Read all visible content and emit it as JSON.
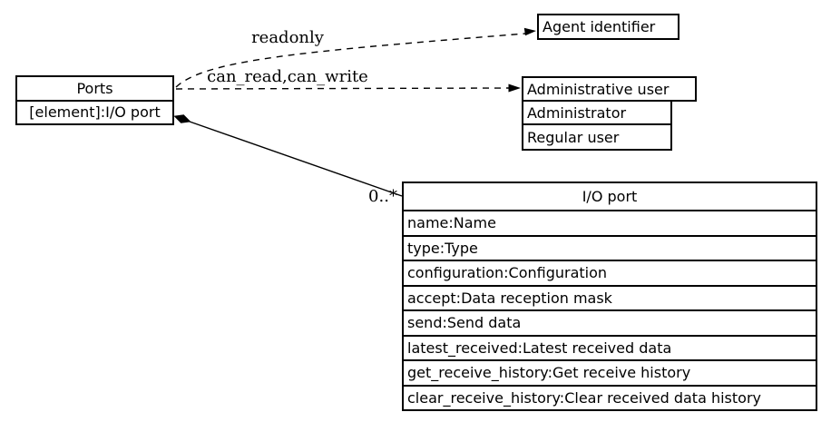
{
  "diagram": {
    "background": "#ffffff",
    "line_color": "#000000",
    "nodes": {
      "ports": {
        "title": "Ports",
        "attribute": "[element]:I/O port"
      },
      "agent_identifier": {
        "title": "Agent identifier"
      },
      "administrative_user": {
        "title": "Administrative user",
        "subtypes": [
          "Administrator",
          "Regular user"
        ]
      },
      "io_port": {
        "title": "I/O port",
        "attributes": [
          "name:Name",
          "type:Type",
          "configuration:Configuration",
          "accept:Data reception mask",
          "send:Send data",
          "latest_received:Latest received data",
          "get_receive_history:Get receive history",
          "clear_receive_history:Clear received data history"
        ]
      }
    },
    "edges": {
      "readonly": {
        "label": "readonly",
        "style": "dashed",
        "from": "Ports",
        "to": "Agent identifier"
      },
      "can_read_can_write": {
        "label": "can_read,can_write",
        "style": "dashed",
        "from": "Ports",
        "to": "Administrative user"
      },
      "composition": {
        "label": "0..*",
        "style": "solid-diamond",
        "from": "Ports",
        "to": "I/O port"
      }
    }
  }
}
